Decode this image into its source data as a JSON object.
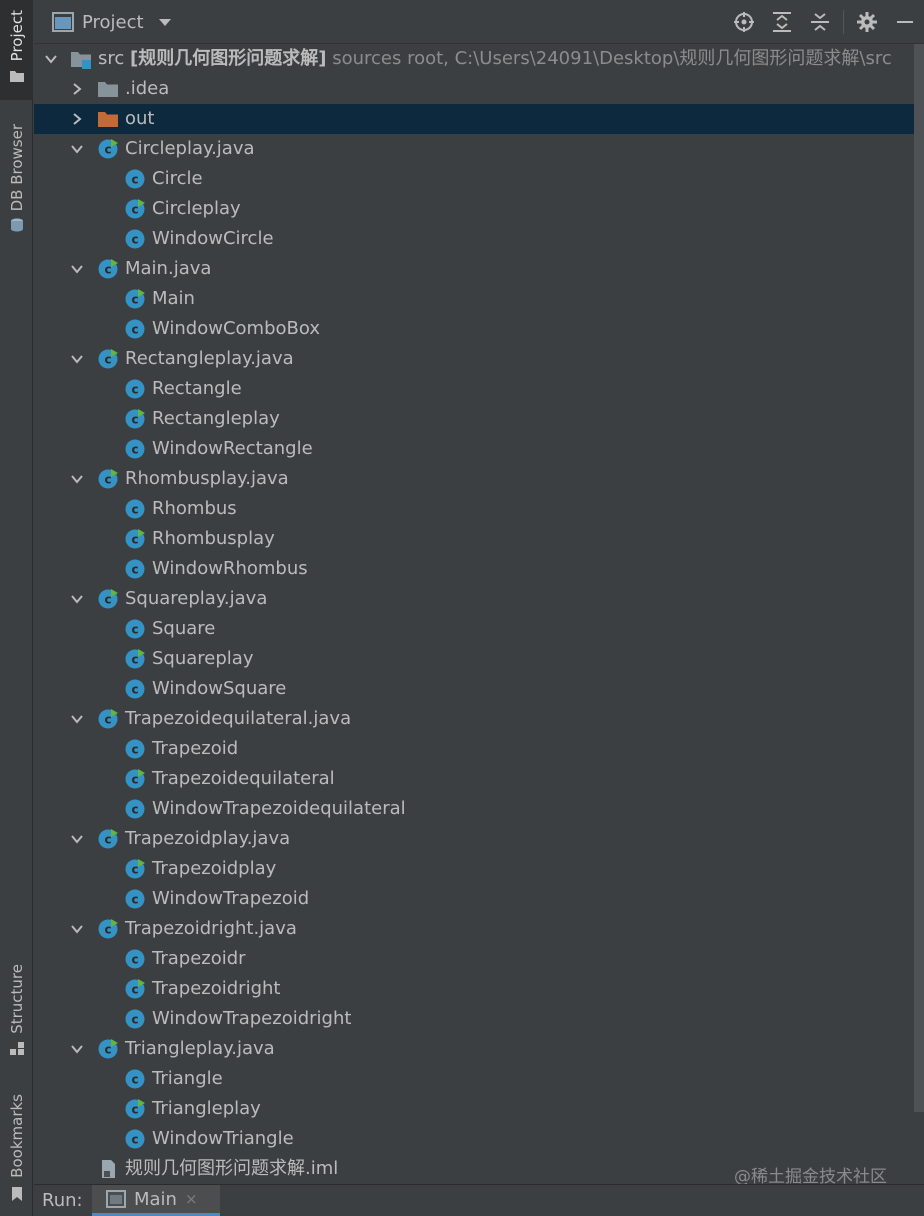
{
  "sidebar": {
    "project_tab": "Project",
    "db_browser_tab": "DB Browser",
    "structure_tab": "Structure",
    "bookmarks_tab": "Bookmarks"
  },
  "header": {
    "title": "Project",
    "tools": [
      "locate-icon",
      "expand-all-icon",
      "collapse-all-icon",
      "gear-icon",
      "minimize-icon"
    ]
  },
  "tree": {
    "root": {
      "name": "src",
      "module": "[规则几何图形问题求解]",
      "hint": "sources root,  C:\\Users\\24091\\Desktop\\规则几何图形问题求解\\src"
    },
    "folders": [
      {
        "name": ".idea",
        "color": "#87939a"
      },
      {
        "name": "out",
        "color": "#c36a36"
      }
    ],
    "files": [
      {
        "name": "Circleplay.java",
        "classes": [
          {
            "name": "Circle",
            "main": false
          },
          {
            "name": "Circleplay",
            "main": true
          },
          {
            "name": "WindowCircle",
            "main": false
          }
        ]
      },
      {
        "name": "Main.java",
        "classes": [
          {
            "name": "Main",
            "main": true
          },
          {
            "name": "WindowComboBox",
            "main": false
          }
        ]
      },
      {
        "name": "Rectangleplay.java",
        "classes": [
          {
            "name": "Rectangle",
            "main": false
          },
          {
            "name": "Rectangleplay",
            "main": true
          },
          {
            "name": "WindowRectangle",
            "main": false
          }
        ]
      },
      {
        "name": "Rhombusplay.java",
        "classes": [
          {
            "name": "Rhombus",
            "main": false
          },
          {
            "name": "Rhombusplay",
            "main": true
          },
          {
            "name": "WindowRhombus",
            "main": false
          }
        ]
      },
      {
        "name": "Squareplay.java",
        "classes": [
          {
            "name": "Square",
            "main": false
          },
          {
            "name": "Squareplay",
            "main": true
          },
          {
            "name": "WindowSquare",
            "main": false
          }
        ]
      },
      {
        "name": "Trapezoidequilateral.java",
        "classes": [
          {
            "name": "Trapezoid",
            "main": false
          },
          {
            "name": "Trapezoidequilateral",
            "main": true
          },
          {
            "name": "WindowTrapezoidequilateral",
            "main": false
          }
        ]
      },
      {
        "name": "Trapezoidplay.java",
        "classes": [
          {
            "name": "Trapezoidplay",
            "main": true
          },
          {
            "name": "WindowTrapezoid",
            "main": false
          }
        ]
      },
      {
        "name": "Trapezoidright.java",
        "classes": [
          {
            "name": "Trapezoidr",
            "main": false
          },
          {
            "name": "Trapezoidright",
            "main": true
          },
          {
            "name": "WindowTrapezoidright",
            "main": false
          }
        ]
      },
      {
        "name": "Triangleplay.java",
        "classes": [
          {
            "name": "Triangle",
            "main": false
          },
          {
            "name": "Triangleplay",
            "main": true
          },
          {
            "name": "WindowTriangle",
            "main": false
          }
        ]
      }
    ],
    "iml": "规则几何图形问题求解.iml"
  },
  "runbar": {
    "label": "Run:",
    "tab": "Main",
    "close": "×"
  },
  "watermark": "@稀土掘金技术社区",
  "colors": {
    "background": "#3c3f41",
    "selection": "#0d293e",
    "class_icon": "#3592c4",
    "main_badge": "#62b543",
    "text": "#bbbbbb"
  }
}
